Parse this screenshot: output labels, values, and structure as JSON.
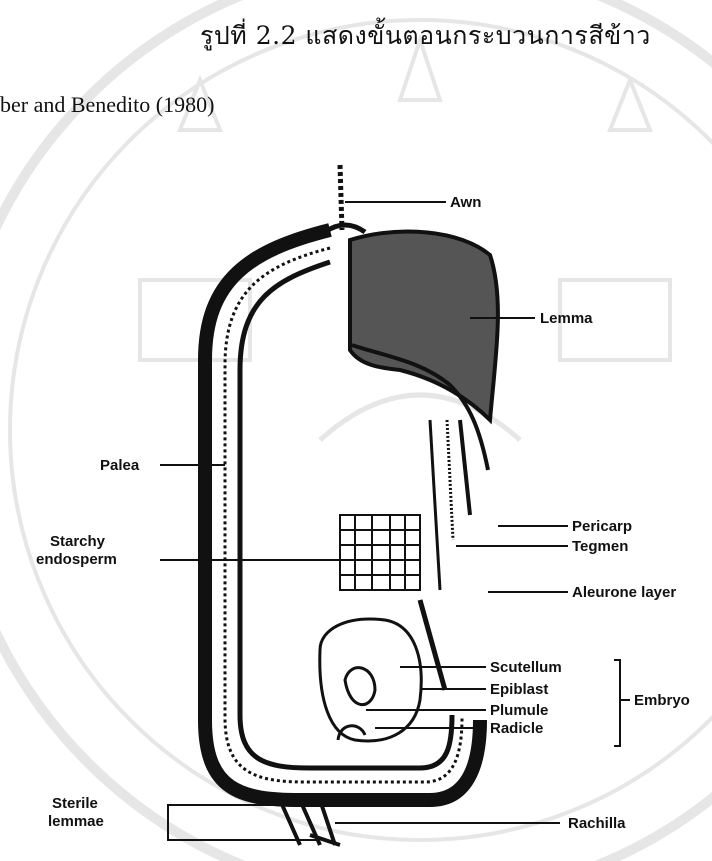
{
  "header": {
    "title": "รูปที่ 2.2 แสดงขั้นตอนกระบวนการสีข้าว",
    "source": "ber and Benedito (1980)"
  },
  "labels": {
    "awn": "Awn",
    "lemma": "Lemma",
    "palea": "Palea",
    "starchy_1": "Starchy",
    "starchy_2": "endosperm",
    "pericarp": "Pericarp",
    "tegmen": "Tegmen",
    "aleurone": "Aleurone layer",
    "scutellum": "Scutellum",
    "epiblast": "Epiblast",
    "plumule": "Plumule",
    "radicle": "Radicle",
    "embryo": "Embryo",
    "sterile_1": "Sterile",
    "sterile_2": "lemmae",
    "rachilla": "Rachilla"
  }
}
